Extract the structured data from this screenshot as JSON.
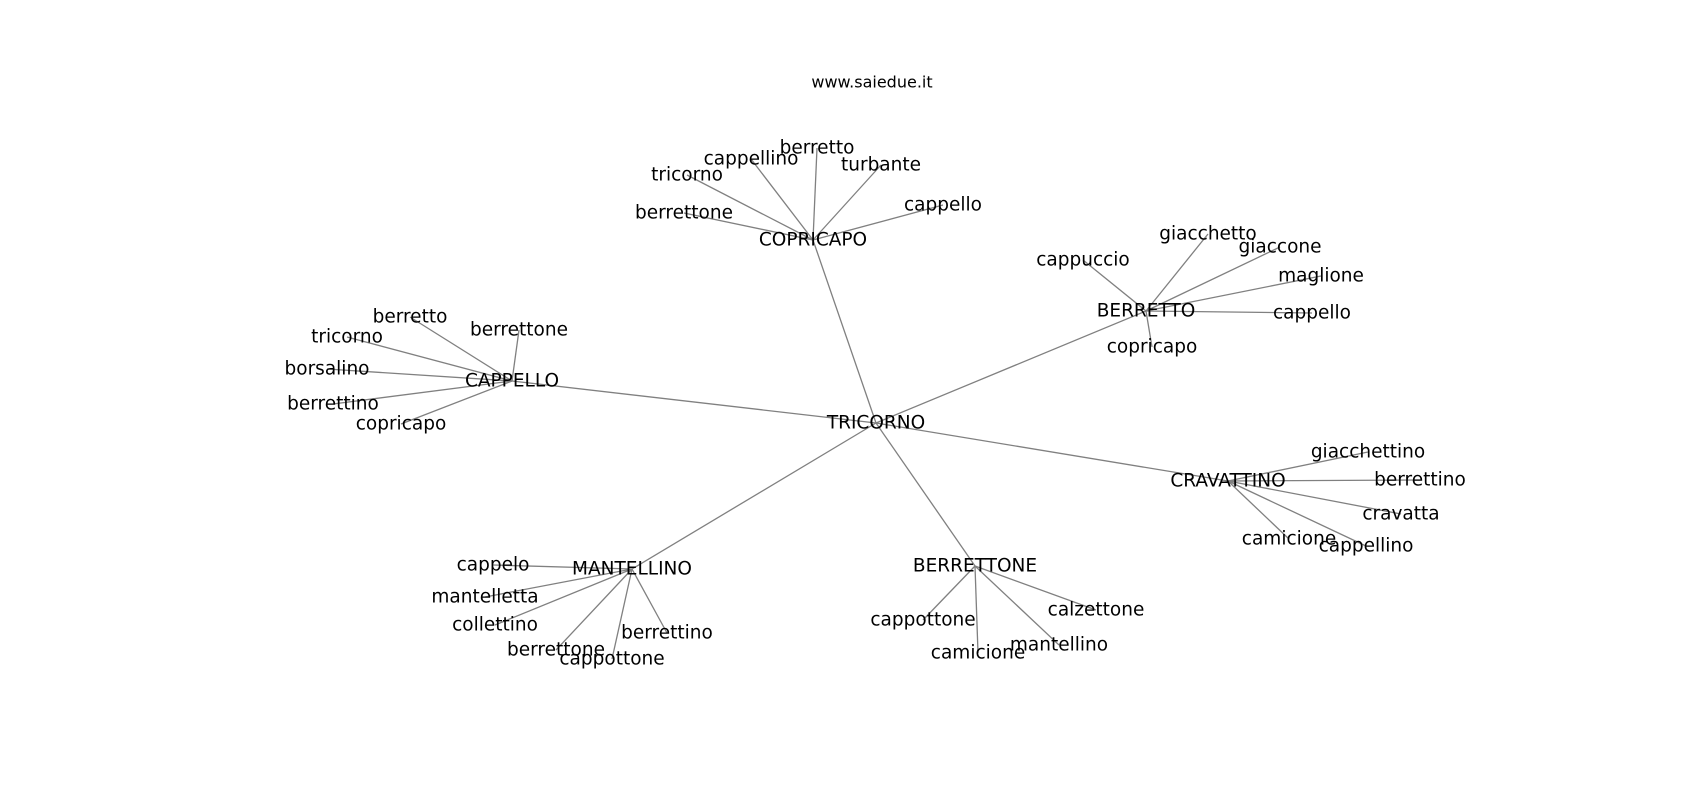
{
  "header": {
    "site": "www.saiedue.it"
  },
  "root": "TRICORNO",
  "clusters": [
    {
      "hub": "COPRICAPO",
      "leaves": [
        "berrettone",
        "tricorno",
        "cappellino",
        "berretto",
        "turbante",
        "cappello"
      ]
    },
    {
      "hub": "BERRETTO",
      "leaves": [
        "cappuccio",
        "giacchetto",
        "giaccone",
        "maglione",
        "cappello",
        "copricapo"
      ]
    },
    {
      "hub": "CAPPELLO",
      "leaves": [
        "berretto",
        "berrettone",
        "tricorno",
        "borsalino",
        "berrettino",
        "copricapo"
      ]
    },
    {
      "hub": "CRAVATTINO",
      "leaves": [
        "giacchettino",
        "berrettino",
        "cravatta",
        "camicione",
        "cappellino"
      ]
    },
    {
      "hub": "MANTELLINO",
      "leaves": [
        "cappelo",
        "mantelletta",
        "collettino",
        "berrettone",
        "cappottone",
        "berrettino"
      ]
    },
    {
      "hub": "BERRETTONE",
      "leaves": [
        "cappottone",
        "camicione",
        "mantellino",
        "calzettone"
      ]
    }
  ]
}
